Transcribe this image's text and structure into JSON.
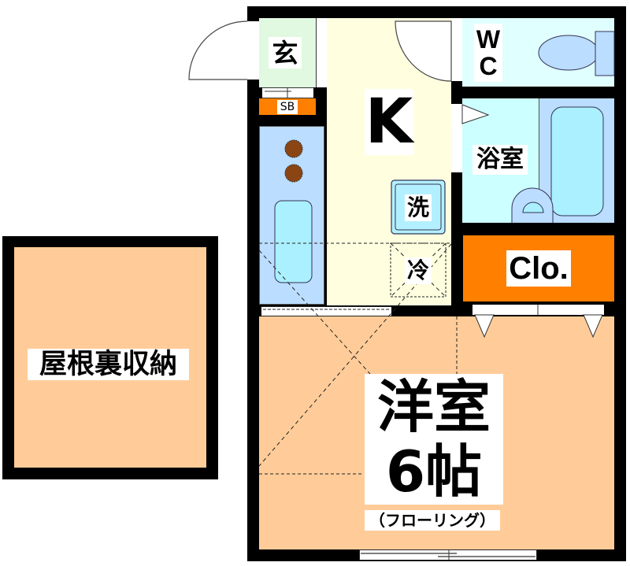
{
  "floorplan": {
    "rooms": {
      "genkan": {
        "label": "玄",
        "color": "#e0f9e0"
      },
      "shoebox": {
        "label": "SB",
        "color": "#ff8000"
      },
      "kitchen": {
        "label": "K",
        "color": "#ffffe0"
      },
      "wc": {
        "label_line1": "W",
        "label_line2": "C",
        "color": "#e0ffff"
      },
      "bath": {
        "label": "浴室",
        "color": "#ccffff"
      },
      "washer": {
        "label": "洗",
        "color": "#b3f0ff"
      },
      "fridge": {
        "label": "冷"
      },
      "closet": {
        "label": "Clo.",
        "color": "#ff8000"
      },
      "western_room": {
        "label_line1": "洋室",
        "label_line2": "6帖",
        "sub_label": "（フローリング）",
        "color": "#ffcc99"
      },
      "attic": {
        "label": "屋根裏収納",
        "color": "#ffcc99"
      }
    },
    "colors": {
      "wall": "#000000",
      "counter": "#bbddff",
      "stove_burner": "#8b4513",
      "fixture": "#bbddff"
    }
  }
}
